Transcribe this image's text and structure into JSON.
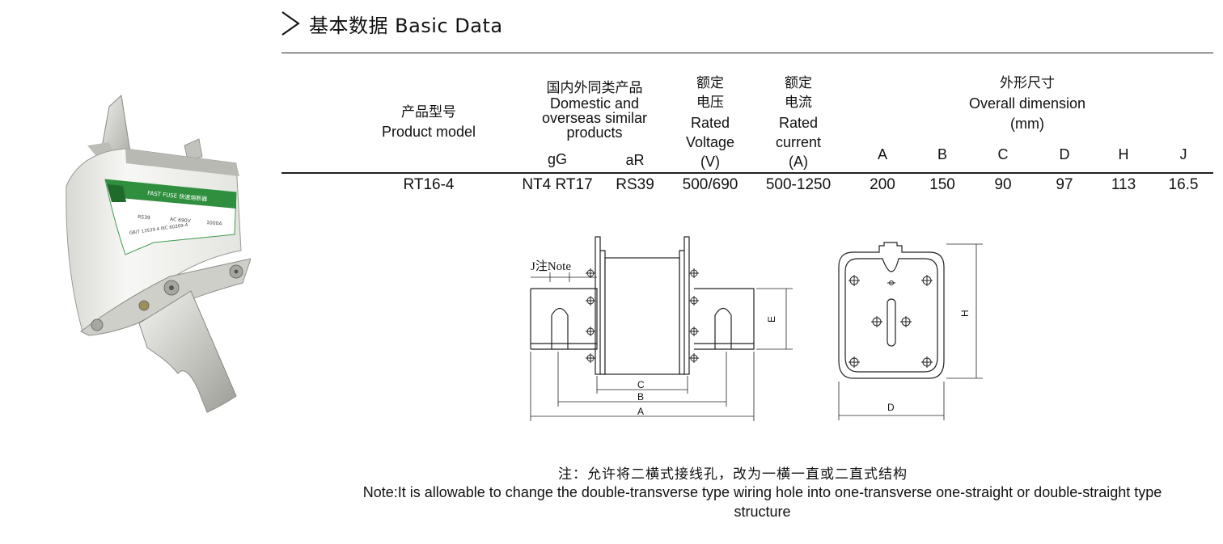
{
  "heading": {
    "title": "基本数据 Basic Data"
  },
  "table": {
    "headers": {
      "product_model_zh": "产品型号",
      "product_model_en": "Product model",
      "similar_zh": "国内外同类产品",
      "similar_en_1": "Domestic and",
      "similar_en_2": "overseas similar",
      "similar_en_3": "products",
      "gG": "gG",
      "aR": "aR",
      "voltage_zh_1": "额定",
      "voltage_zh_2": "电压",
      "voltage_en_1": "Rated",
      "voltage_en_2": "Voltage",
      "voltage_unit": "(V)",
      "current_zh_1": "额定",
      "current_zh_2": "电流",
      "current_en_1": "Rated",
      "current_en_2": "current",
      "current_unit": "(A)",
      "dimension_zh": "外形尺寸",
      "dimension_en": "Overall dimension",
      "dimension_unit": "(mm)",
      "dims": [
        "A",
        "B",
        "C",
        "D",
        "H",
        "J"
      ]
    },
    "row": {
      "model": "RT16-4",
      "gG": "NT4 RT17",
      "aR": "RS39",
      "voltage": "500/690",
      "current": "500-1250",
      "dims": [
        "200",
        "150",
        "90",
        "97",
        "113",
        "16.5"
      ]
    }
  },
  "photo": {
    "label_brand": "FAST FUSE 快速熔断器",
    "label_model": "RS39",
    "label_ac": "AC 690V",
    "label_current": "1000A",
    "label_std": "GB/T 13539.4 IEC 60269-4"
  },
  "drawing": {
    "note_label": "J注Note",
    "dim_labels": {
      "A": "A",
      "B": "B",
      "C": "C",
      "D": "D",
      "E": "E",
      "H": "H"
    }
  },
  "note": {
    "zh": "注：允许将二横式接线孔，改为一横一直或二直式结构",
    "en": "Note:It is allowable to change the double-transverse type wiring hole into one-transverse one-straight or double-straight type structure"
  }
}
